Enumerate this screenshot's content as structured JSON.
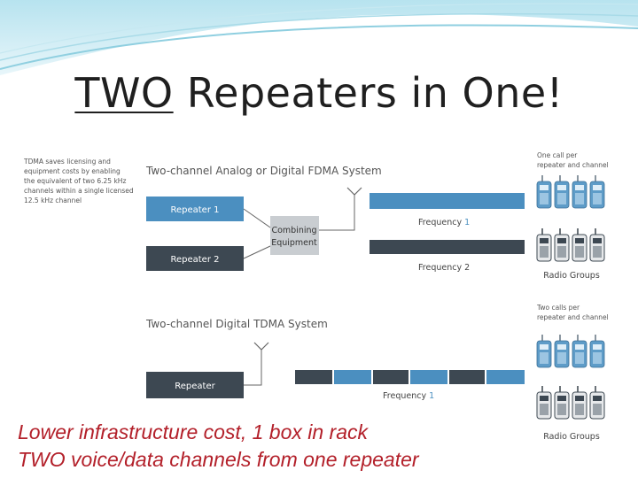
{
  "slide": {
    "title_underlined": "TWO",
    "title_rest": " Repeaters in One!"
  },
  "side_note": [
    "TDMA saves licensing and",
    "equipment costs by enabling",
    "the equivalent of two 6.25 kHz",
    "channels within a single licensed",
    "12.5 kHz channel"
  ],
  "fdma": {
    "heading": "Two-channel Analog or Digital FDMA System",
    "repeater_1": "Repeater 1",
    "repeater_2": "Repeater 2",
    "combining_line1": "Combining",
    "combining_line2": "Equipment",
    "freq1_prefix": "Frequency ",
    "freq1_num": "1",
    "freq2": "Frequency 2",
    "calls_line1": "One call per",
    "calls_line2": "repeater and channel",
    "groups_label": "Radio Groups"
  },
  "tdma": {
    "heading": "Two-channel Digital TDMA System",
    "repeater": "Repeater",
    "freq_prefix": "Frequency ",
    "freq_num": "1",
    "calls_line1": "Two calls per",
    "calls_line2": "repeater and channel",
    "groups_label": "Radio Groups"
  },
  "caption": {
    "line1": "Lower infrastructure cost, 1 box in rack",
    "line2": "TWO voice/data channels from one repeater"
  },
  "colors": {
    "blue": "#4b8fc0",
    "dark": "#3d4852",
    "grey": "#c9cdd1",
    "accent_red": "#b3202a"
  },
  "icons": [
    "radio-handset-icon",
    "antenna-icon"
  ]
}
